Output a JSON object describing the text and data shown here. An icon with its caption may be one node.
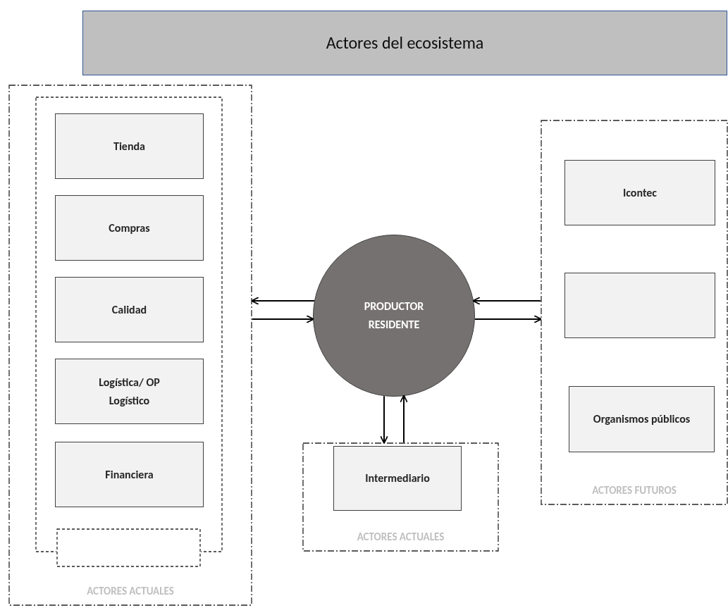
{
  "diagram": {
    "title": "Actores del ecosistema",
    "nodes": [
      {
        "text": [
          "ACTORES ACTUALES"
        ]
      },
      {
        "text": [],
        "shape": "box",
        "in": 0
      },
      {
        "text": [
          "Tienda"
        ],
        "in": 1
      },
      {
        "text": [
          "Compras"
        ],
        "in": 1
      },
      {
        "text": [
          "Calidad"
        ],
        "in": 1
      },
      {
        "text": [
          "Logística/ OP Logístico"
        ],
        "in": 1
      },
      {
        "text": [
          "Financiera"
        ],
        "in": 1
      },
      {
        "text": [],
        "shape": "box",
        "in": 0
      },
      {
        "text": [
          "PRODUCTOR RESIDENTE"
        ]
      },
      {
        "text": [
          "ACTORES ACTUALES"
        ]
      },
      {
        "text": [
          "Intermediario"
        ],
        "in": 9
      },
      {
        "text": [
          "ACTORES FUTUROS"
        ]
      },
      {
        "text": [
          "Icontec"
        ],
        "in": 11
      },
      {
        "text": [],
        "shape": "box",
        "in": 11
      },
      {
        "text": [
          "Organismos públicos"
        ],
        "in": 11
      }
    ],
    "edges": [
      {
        "from": 8,
        "to": 0,
        "arrow": "to"
      },
      {
        "from": 0,
        "to": 8,
        "arrow": "to"
      },
      {
        "from": 11,
        "to": 8,
        "arrow": "to"
      },
      {
        "from": 8,
        "to": 11,
        "arrow": "to"
      },
      {
        "from": 8,
        "to": 9,
        "arrow": "to"
      },
      {
        "from": 9,
        "to": 8,
        "arrow": "to"
      }
    ]
  }
}
